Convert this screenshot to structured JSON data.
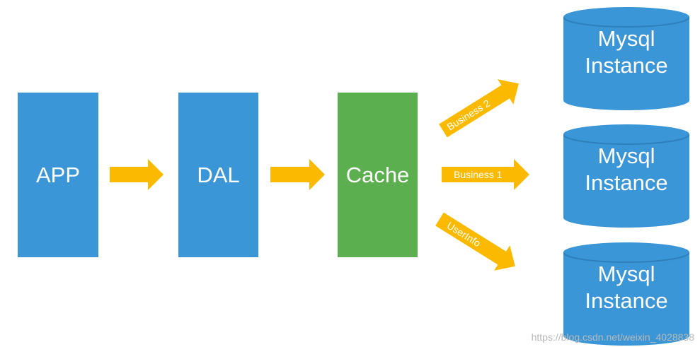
{
  "colors": {
    "blue": "#3A96D6",
    "blue_dark": "#2E7FBB",
    "green": "#5BAF4E",
    "arrow": "#FBBA00",
    "label_white": "#FFFFFF"
  },
  "nodes": {
    "app": "APP",
    "dal": "DAL",
    "cache": "Cache"
  },
  "databases": [
    {
      "line1": "Mysql",
      "line2": "Instance"
    },
    {
      "line1": "Mysql",
      "line2": "Instance"
    },
    {
      "line1": "Mysql",
      "line2": "Instance"
    }
  ],
  "routes": {
    "business2": "Business 2",
    "business1": "Business 1",
    "userinfo": "UserInfo"
  },
  "watermark": "https://blog.csdn.net/weixin_4028838"
}
